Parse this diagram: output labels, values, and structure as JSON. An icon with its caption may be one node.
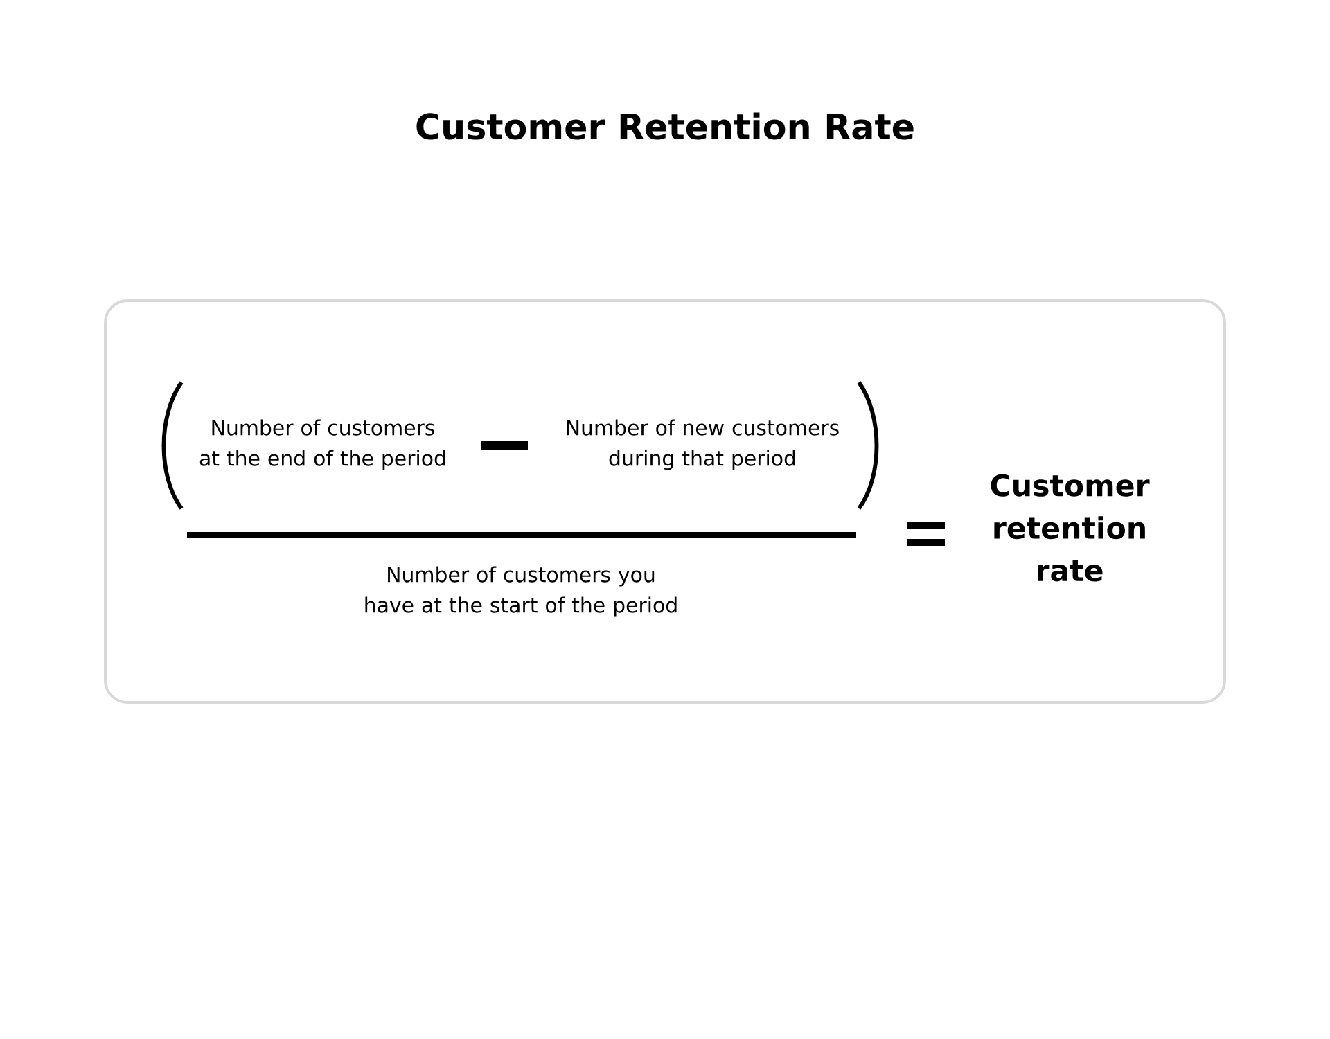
{
  "diagram": {
    "title": "Customer Retention Rate",
    "labels": [
      "Number of customers at the end of the period",
      "Number of new customers during that period",
      "Number of customers you have at the start of the period",
      "Customer retention rate"
    ]
  }
}
